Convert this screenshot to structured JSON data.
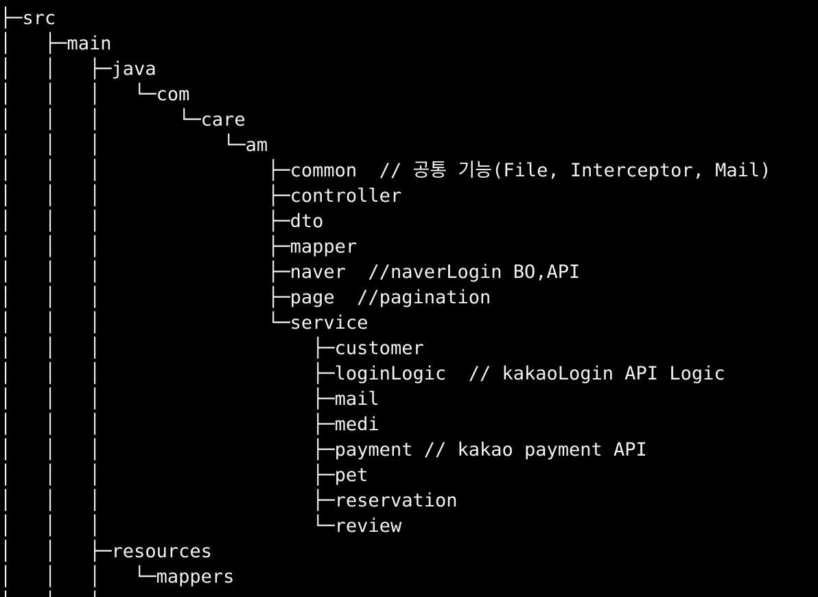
{
  "terminal": {
    "background": "#000000",
    "foreground": "#f2f2f2",
    "lines": [
      "├─src",
      "│   ├─main",
      "│   │   ├─java",
      "│   │   │   └─com",
      "│   │   │       └─care",
      "│   │   │           └─am",
      "│   │   │               ├─common  // 공통 기능(File, Interceptor, Mail)",
      "│   │   │               ├─controller",
      "│   │   │               ├─dto",
      "│   │   │               ├─mapper",
      "│   │   │               ├─naver  //naverLogin BO,API",
      "│   │   │               ├─page  //pagination",
      "│   │   │               └─service",
      "│   │   │                   ├─customer",
      "│   │   │                   ├─loginLogic  // kakaoLogin API Logic",
      "│   │   │                   ├─mail",
      "│   │   │                   ├─medi",
      "│   │   │                   ├─payment // kakao payment API",
      "│   │   │                   ├─pet",
      "│   │   │                   ├─reservation",
      "│   │   │                   └─review",
      "│   │   ├─resources",
      "│   │   │   └─mappers",
      "│   │   │     "
    ]
  }
}
